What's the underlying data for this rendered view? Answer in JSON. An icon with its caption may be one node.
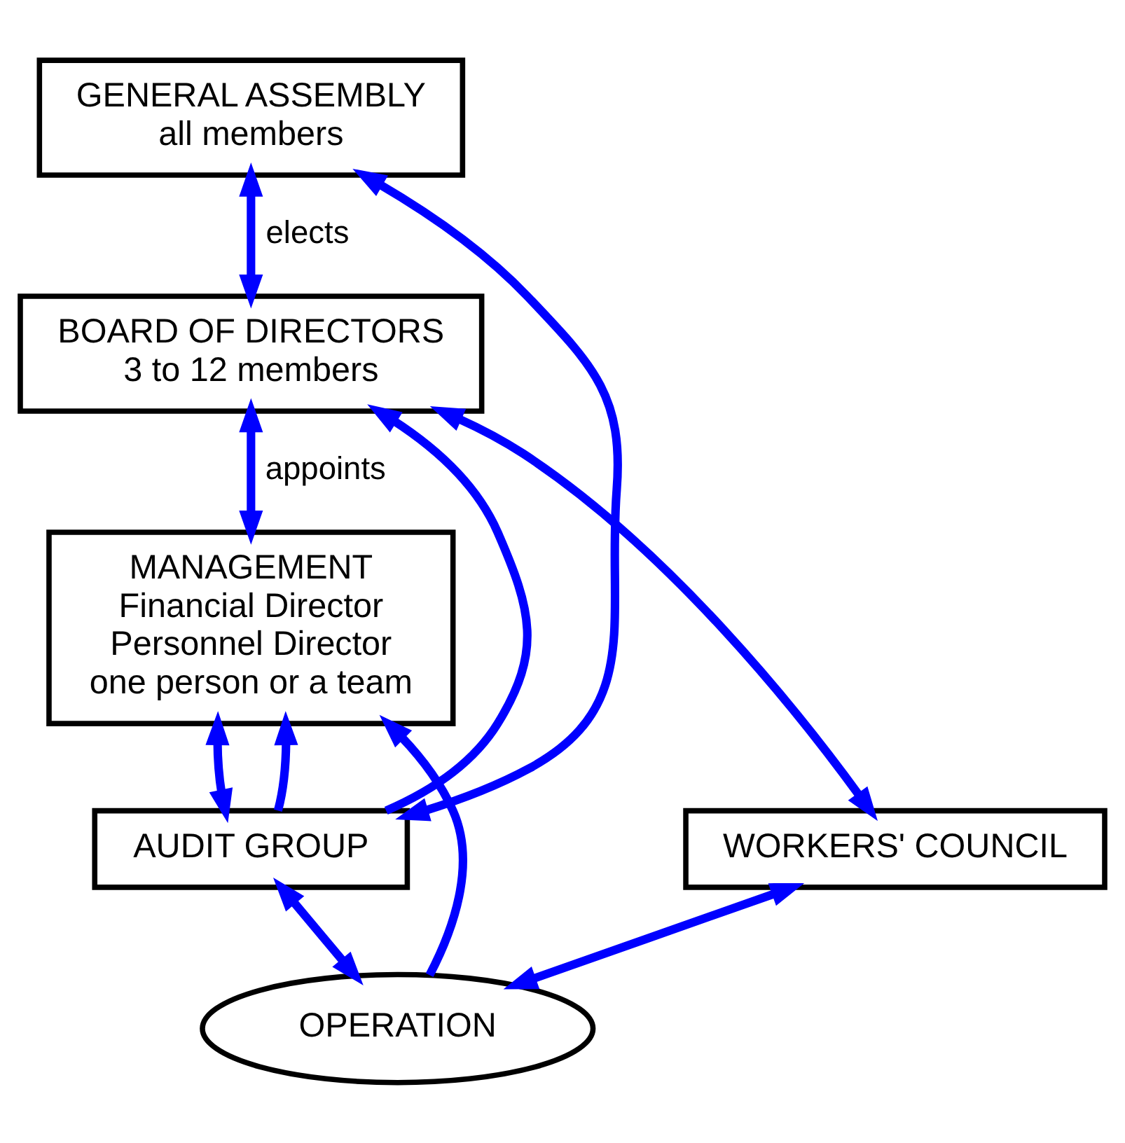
{
  "diagram": {
    "nodes": [
      {
        "text": [
          "GENERAL ASSEMBLY",
          "all members"
        ]
      },
      {
        "text": [
          "BOARD OF DIRECTORS",
          "3 to 12 members"
        ]
      },
      {
        "text": [
          "MANAGEMENT",
          "Financial Director",
          "Personnel Director",
          "one person or a team"
        ]
      },
      {
        "text": [
          "AUDIT GROUP"
        ]
      },
      {
        "text": [
          "WORKERS' COUNCIL"
        ]
      },
      {
        "text": [
          "OPERATION"
        ]
      }
    ],
    "edges": [
      {
        "from": 0,
        "to": 1,
        "arrow": "both",
        "label": "elects"
      },
      {
        "from": 1,
        "to": 2,
        "arrow": "both",
        "label": "appoints"
      },
      {
        "from": 3,
        "to": 0,
        "arrow": "both"
      },
      {
        "from": 3,
        "to": 1,
        "arrow": "to"
      },
      {
        "from": 3,
        "to": 2,
        "arrow": "to"
      },
      {
        "from": 2,
        "to": 3,
        "arrow": "both"
      },
      {
        "from": 5,
        "to": 2,
        "arrow": "to"
      },
      {
        "from": 4,
        "to": 1,
        "arrow": "both"
      },
      {
        "from": 3,
        "to": 5,
        "arrow": "both"
      },
      {
        "from": 4,
        "to": 5,
        "arrow": "both"
      }
    ]
  }
}
